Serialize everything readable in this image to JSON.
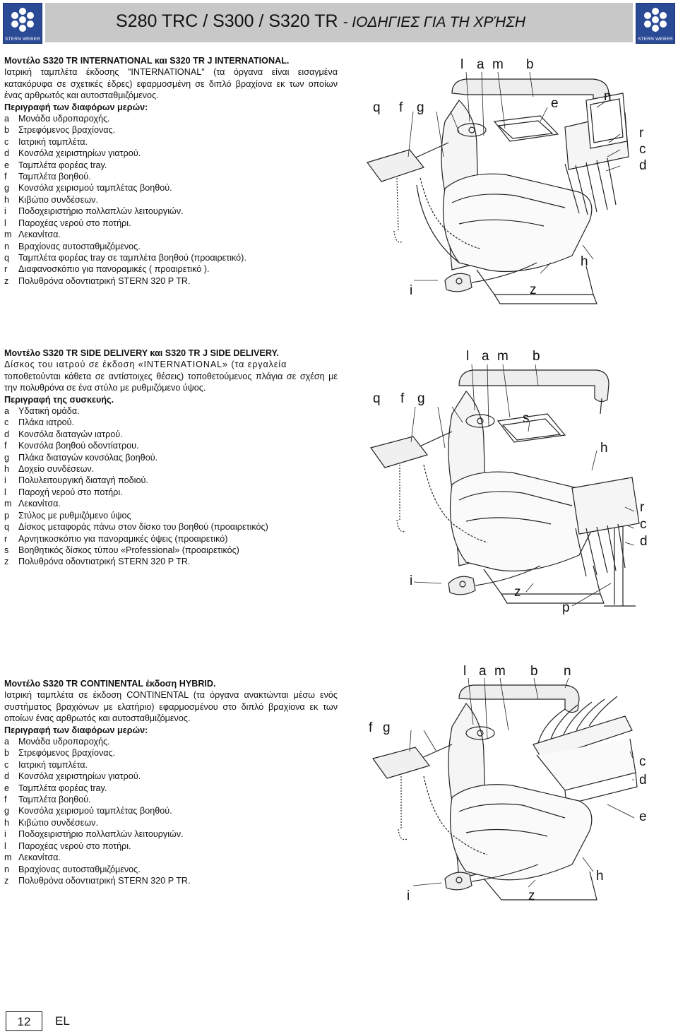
{
  "header": {
    "title": "S280 TRC / S300 / S320 TR",
    "subtitle": "- ΙΟΔΗΓΙΕΣ ΓΙΑ ΤΗ ΧΡΉΣΗ",
    "brand": "STERN WEBER"
  },
  "section1": {
    "heading": "Μοντέλο S320 TR INTERNATIONAL και S320 TR J INTERNATIONAL.",
    "intro": "Ιατρική ταμπλέτα έκδοσης \"INTERNATIONAL\" (τα όργανα είναι εισαγμένα κατακόρυφα σε σχετικές έδρες) εφαρμοσμένη σε διπλό βραχίονα εκ των οποίων ένας αρθρωτός και αυτοσταθμιζόμενος.",
    "parts_heading": "Περιγραφή των διαφόρων μερών:",
    "items": [
      {
        "key": "a",
        "text": "Μονάδα υδροπαροχής."
      },
      {
        "key": "b",
        "text": "Στρεφόμενος βραχίονας."
      },
      {
        "key": "c",
        "text": "Ιατρική ταμπλέτα."
      },
      {
        "key": "d",
        "text": "Κονσόλα χειριστηρίων γιατρού."
      },
      {
        "key": "e",
        "text": "Ταμπλέτα φορέας tray."
      },
      {
        "key": "f",
        "text": "Ταμπλέτα βοηθού."
      },
      {
        "key": "g",
        "text": "Κονσόλα χειρισμού ταμπλέτας βοηθού."
      },
      {
        "key": "h",
        "text": "Κιβώτιο συνδέσεων."
      },
      {
        "key": "i",
        "text": "Ποδοχειριστήριο πολλαπλών λειτουργιών."
      },
      {
        "key": "l",
        "text": "Παροχέας νερού στο ποτήρι."
      },
      {
        "key": "m",
        "text": "Λεκανίτσα."
      },
      {
        "key": "n",
        "text": "Βραχίονας αυτοσταθμιζόμενος."
      },
      {
        "key": "q",
        "text": "Ταμπλέτα φορέας tray σε ταμπλέτα βοηθού (προαιρετικό)."
      },
      {
        "key": "r",
        "text": "Διαφανοσκόπιο για πανοραμικές ( προαιρετικό )."
      },
      {
        "key": "z",
        "text": "Πολυθρόνα οδοντιατρική STERN 320 P TR."
      }
    ]
  },
  "section2": {
    "heading": "Μοντέλο S320 TR SIDE DELIVERY και S320 TR J SIDE DELIVERY.",
    "intro_line1": "Δίσκος του ιατρού σε έκδοση «INTERNATIONAL» (τα εργαλεία",
    "intro_rest": "τοποθετούνται κάθετα σε αντίστοιχες θέσεις) τοποθετούμενος πλάγια σε σχέση με την πολυθρόνα σε ένα στύλο με ρυθμιζόμενο ύψος.",
    "parts_heading": "Περιγραφή της συσκευής.",
    "items": [
      {
        "key": "a",
        "text": "Υδατική ομάδα."
      },
      {
        "key": "c",
        "text": "Πλάκα ιατρού."
      },
      {
        "key": "d",
        "text": "Κονσόλα διαταγών ιατρού."
      },
      {
        "key": "f",
        "text": "Κονσόλα βοηθού οδοντίατρου."
      },
      {
        "key": "g",
        "text": "Πλάκα διαταγών κονσόλας βοηθού."
      },
      {
        "key": "h",
        "text": "Δοχείο συνδέσεων."
      },
      {
        "key": "i",
        "text": "Πολυλειτουργική διαταγή ποδιού."
      },
      {
        "key": "l",
        "text": "Παροχή νερού στο ποτήρι."
      },
      {
        "key": "m",
        "text": "Λεκανίτσα."
      },
      {
        "key": "p",
        "text": "Στύλος με ρυθμιζόμενο ύψος"
      },
      {
        "key": "q",
        "text": "Δίσκος μεταφοράς πάνω στον δίσκο του βοηθού (προαιρετικός)"
      },
      {
        "key": "r",
        "text": "Αρνητικοσκόπιο για πανοραμικές όψεις (προαιρετικό)"
      },
      {
        "key": "s",
        "text": "Βοηθητικός δίσκος τύπου «Professional» (προαιρετικός)"
      },
      {
        "key": "z",
        "text": "Πολυθρόνα οδοντιατρική STERN 320 P TR."
      }
    ]
  },
  "section3": {
    "heading": "Μοντέλο S320 TR CONTINENTAL έκδοση HYBRID.",
    "intro": "Ιατρική ταμπλέτα σε έκδοση CONTINENTAL (τα όργανα ανακτώνται μέσω ενός συστήματος βραχιόνων με ελατήριο) εφαρμοσμένου στο διπλό βραχίονα εκ των οποίων ένας αρθρωτός και αυτοσταθμιζόμενος.",
    "parts_heading": "Περιγραφή των διαφόρων μερών:",
    "items": [
      {
        "key": "a",
        "text": "Μονάδα υδροπαροχής."
      },
      {
        "key": "b",
        "text": "Στρεφόμενος βραχίονας."
      },
      {
        "key": "c",
        "text": "Ιατρική ταμπλέτα."
      },
      {
        "key": "d",
        "text": "Κονσόλα χειριστηρίων γιατρού."
      },
      {
        "key": "e",
        "text": "Ταμπλέτα φορέας tray."
      },
      {
        "key": "f",
        "text": "Ταμπλέτα βοηθού."
      },
      {
        "key": "g",
        "text": "Κονσόλα χειρισμού ταμπλέτας βοηθού."
      },
      {
        "key": "h",
        "text": "Κιβώτιο συνδέσεων."
      },
      {
        "key": "i",
        "text": "Ποδοχειριστήριο πολλαπλών λειτουργιών."
      },
      {
        "key": "l",
        "text": "Παροχέας νερού στο ποτήρι."
      },
      {
        "key": "m",
        "text": "Λεκανίτσα."
      },
      {
        "key": "n",
        "text": "Βραχίονας αυτοσταθμιζόμενος."
      },
      {
        "key": "z",
        "text": "Πολυθρόνα οδοντιατρική STERN 320 P TR."
      }
    ]
  },
  "diagram1_labels": {
    "l": "l",
    "a": "a",
    "m": "m",
    "b": "b",
    "q": "q",
    "f": "f",
    "g": "g",
    "e": "e",
    "n": "n",
    "r": "r",
    "c": "c",
    "d": "d",
    "h": "h",
    "i": "i",
    "z": "z"
  },
  "diagram2_labels": {
    "l": "l",
    "a": "a",
    "m": "m",
    "b": "b",
    "q": "q",
    "f": "f",
    "g": "g",
    "s": "s",
    "h": "h",
    "r": "r",
    "c": "c",
    "d": "d",
    "i": "i",
    "z": "z",
    "p": "p"
  },
  "diagram3_labels": {
    "l": "l",
    "a": "a",
    "m": "m",
    "b": "b",
    "n": "n",
    "f": "f",
    "g": "g",
    "c": "c",
    "d": "d",
    "e": "e",
    "h": "h",
    "i": "i",
    "z": "z"
  },
  "footer": {
    "page": "12",
    "lang": "EL"
  }
}
